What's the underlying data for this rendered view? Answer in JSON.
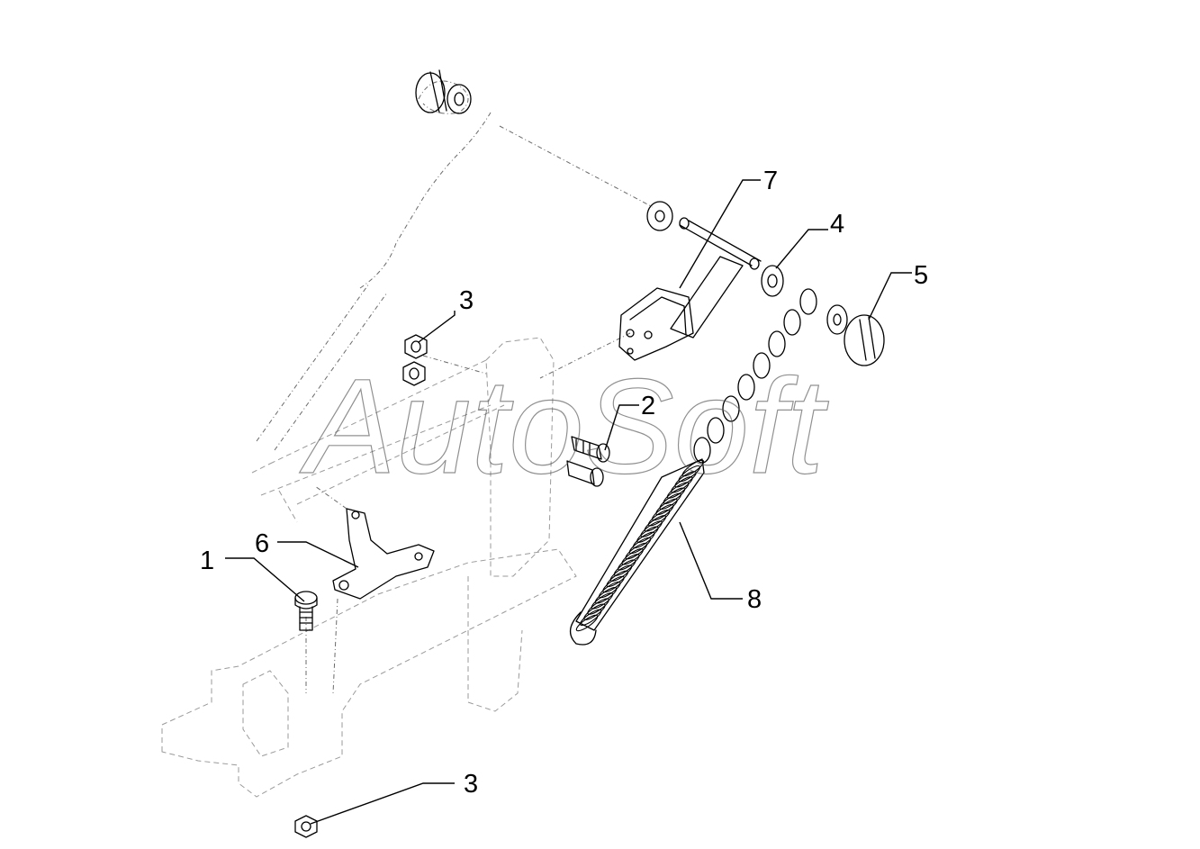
{
  "watermark": "AutoSoft",
  "callouts": [
    {
      "id": "c1",
      "label": "1"
    },
    {
      "id": "c2",
      "label": "2"
    },
    {
      "id": "c3a",
      "label": "3"
    },
    {
      "id": "c3b",
      "label": "3"
    },
    {
      "id": "c4",
      "label": "4"
    },
    {
      "id": "c5",
      "label": "5"
    },
    {
      "id": "c6",
      "label": "6"
    },
    {
      "id": "c7",
      "label": "7"
    },
    {
      "id": "c8",
      "label": "8"
    }
  ],
  "colors": {
    "line": "#000000",
    "ghost_line": "#6a6a6a",
    "watermark": "#555555",
    "background": "#ffffff"
  }
}
